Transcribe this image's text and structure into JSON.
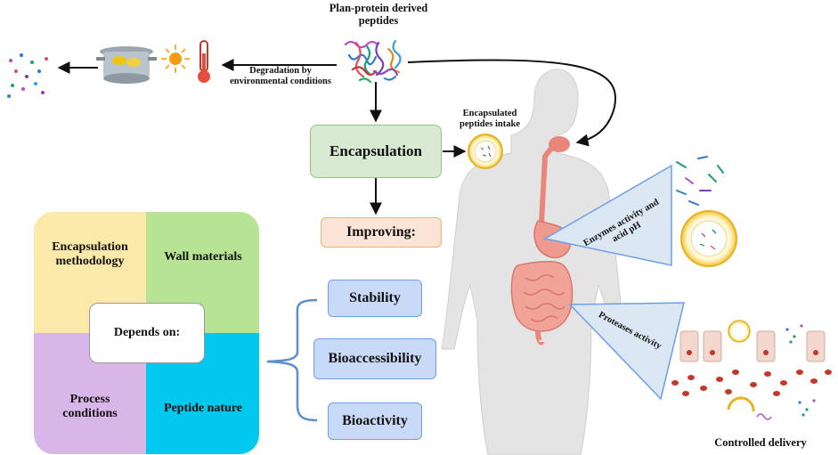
{
  "title": "Plan-protein derived\npeptides",
  "degradation_label": "Degradation by\nenvironmental conditions",
  "encapsulation_label": "Encapsulation",
  "intake_label": "Encapsulated\npeptides intake",
  "improving_label": "Improving:",
  "improvements": [
    "Stability",
    "Bioaccessibility",
    "Bioactivity"
  ],
  "factors": {
    "top_left": "Encapsulation\nmethodology",
    "top_right": "Wall materials",
    "bottom_left": "Process\nconditions",
    "bottom_right": "Peptide nature",
    "center": "Depends on:"
  },
  "stomach_label": "Enzymes activity and\nacid pH",
  "intestine_label": "Proteases activity",
  "delivery_label": "Controlled delivery",
  "colors": {
    "encapsulation_fill": "#d9ead3",
    "encapsulation_border": "#93c47d",
    "improving_fill": "#fce5d8",
    "improving_border": "#f6b26b",
    "improve_item_fill": "#c9daf8",
    "improve_item_border": "#6d9eeb",
    "factor_yellow": "#fbe9a9",
    "factor_green": "#b6e394",
    "factor_purple": "#d8b7e8",
    "factor_cyan": "#00c8ee",
    "wedge_fill": "#dbe7f3",
    "wedge_border": "#6d9eeb",
    "body_fill": "#e4e4e4",
    "gut_color": "#e8867c",
    "bracket": "#5b8fcf"
  }
}
